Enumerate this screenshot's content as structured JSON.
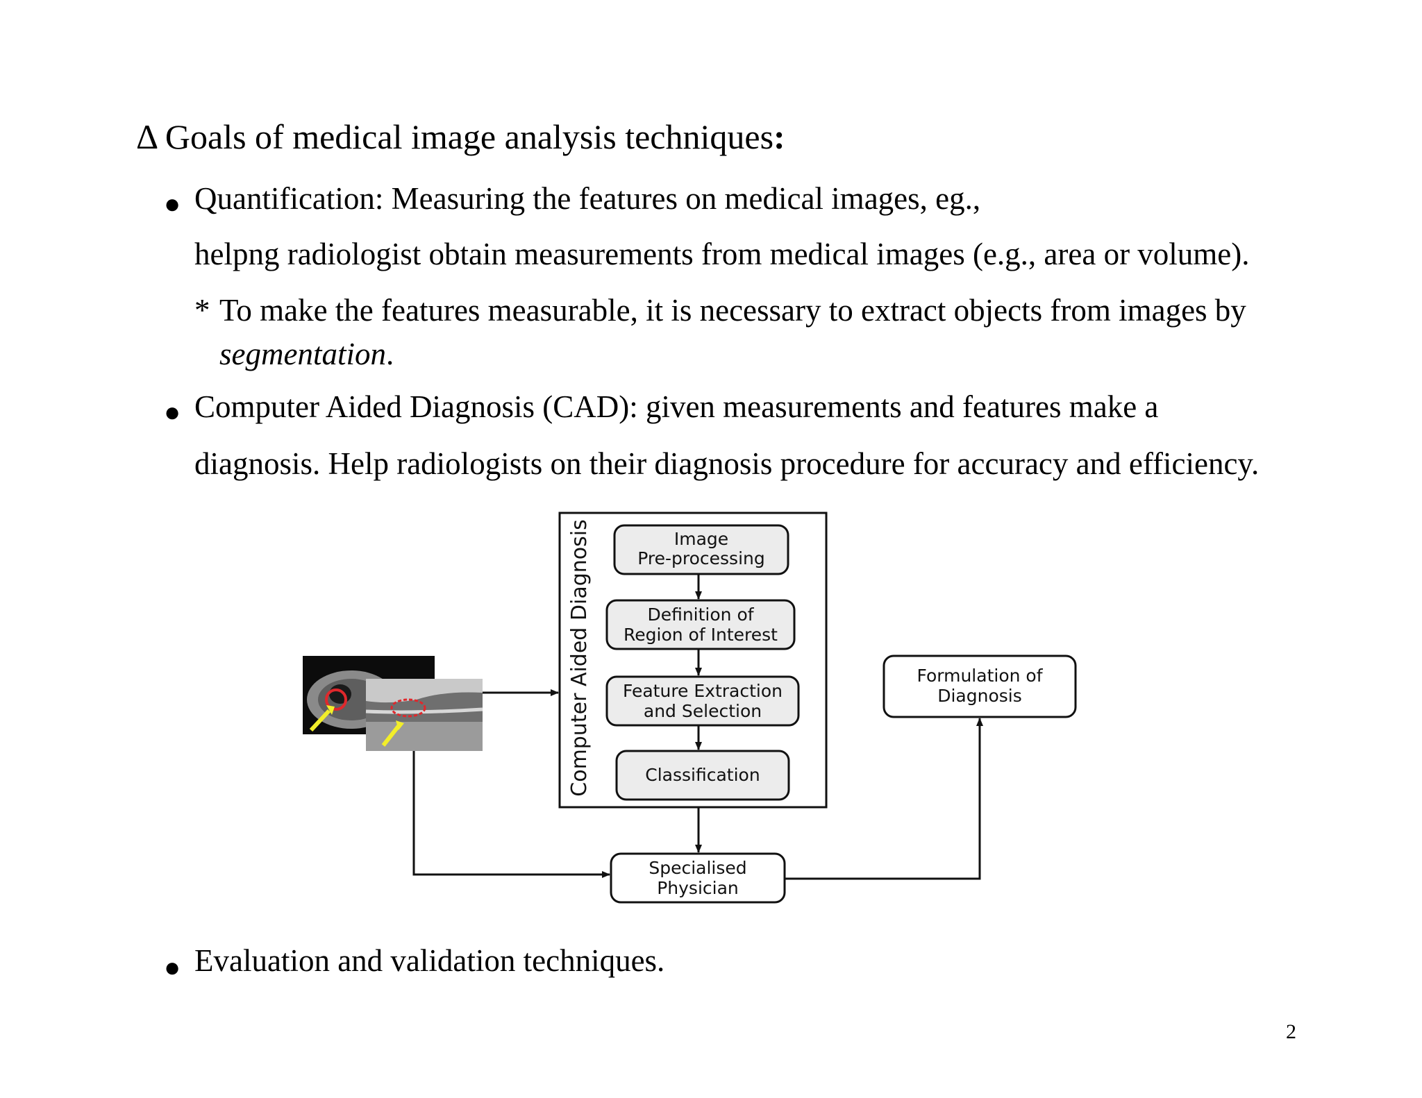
{
  "heading": {
    "symbol": "Δ",
    "text": "Goals of medical image analysis techniques",
    "colon": ":"
  },
  "bullets": {
    "symbol": "●",
    "quantification": {
      "line1": "Quantification: Measuring the features on medical images, eg.,",
      "line2": "helpng radiologist obtain measurements from medical images (e.g., area or volume).",
      "note_star": "*",
      "note_line1": "To make the features measurable, it is necessary to extract objects from images by",
      "note_term": "segmentation",
      "note_period": "."
    },
    "cad": {
      "line1": "Computer Aided Diagnosis (CAD): given measurements and features make a",
      "line2": "diagnosis. Help radiologists on their diagnosis procedure for accuracy and efficiency."
    },
    "evaluation": {
      "line1": "Evaluation and validation techniques."
    }
  },
  "diagram": {
    "frame_label": "Computer Aided Diagnosis",
    "steps": {
      "preprocessing": [
        "Image",
        "Pre-processing"
      ],
      "roi": [
        "Definition of",
        "Region of Interest"
      ],
      "features": [
        "Feature Extraction",
        "and Selection"
      ],
      "classification": [
        "Classification"
      ]
    },
    "physician": [
      "Specialised",
      "Physician"
    ],
    "formulation": [
      "Formulation of",
      "Diagnosis"
    ],
    "colors": {
      "box_fill": "#ececec",
      "ct_highlight": "#e0282c",
      "arrow_marker": "#f2ee2a"
    }
  },
  "page_number": "2"
}
